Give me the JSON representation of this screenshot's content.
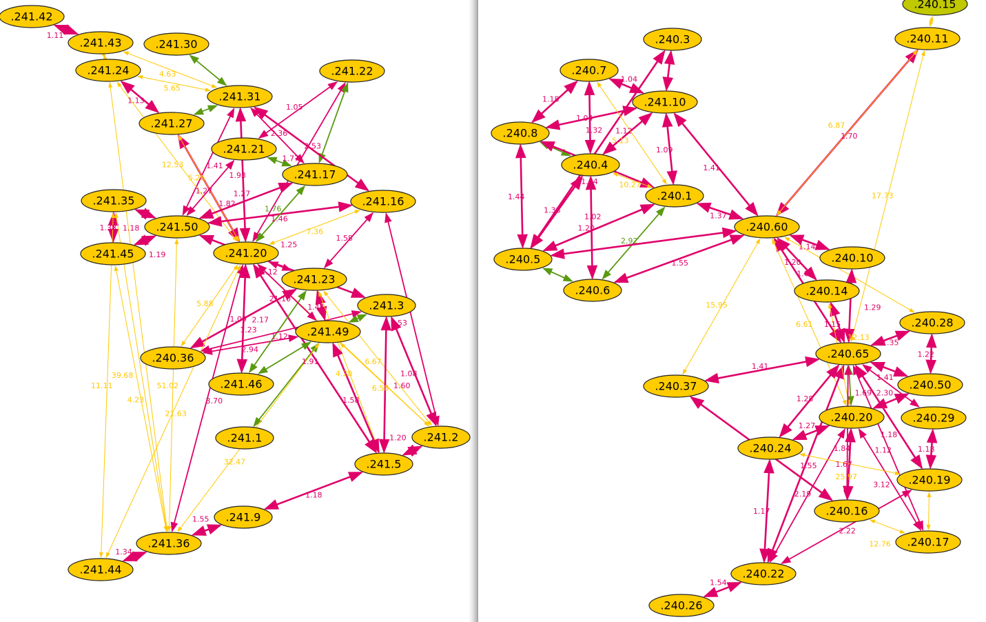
{
  "colors": {
    "pink": "#e0006a",
    "yellow": "#ffc800",
    "green": "#5a9a10",
    "node": "#ffcc00",
    "node_alt": "#c0c800"
  },
  "nodes": [
    ".241.42",
    ".241.43",
    ".241.30",
    ".241.24",
    ".241.22",
    ".241.31",
    ".241.27",
    ".241.21",
    ".241.17",
    ".241.35",
    ".241.16",
    ".241.50",
    ".241.45",
    ".241.20",
    ".241.23",
    ".241.3",
    ".241.49",
    ".240.36",
    ".241.46",
    ".241.1",
    ".241.2",
    ".241.5",
    ".241.9",
    ".241.36",
    ".241.44",
    ".240.15",
    ".240.3",
    ".240.11",
    ".240.7",
    ".241.10",
    ".240.8",
    ".240.4",
    ".240.1",
    ".240.60",
    ".240.5",
    ".240.10",
    ".240.6",
    ".240.14",
    ".240.28",
    ".240.65",
    ".240.37",
    ".240.50",
    ".240.20",
    ".240.29",
    ".240.24",
    ".240.19",
    ".240.16",
    ".240.17",
    ".240.22",
    ".240.26"
  ],
  "edges": [
    {
      "from": ".241.42",
      "to": ".241.43",
      "kind": "pink",
      "w": "1.11",
      "thick": true
    },
    {
      "from": ".241.24",
      "to": ".241.43",
      "kind": "yellow",
      "w": ""
    },
    {
      "from": ".241.43",
      "to": ".241.31",
      "kind": "yellow",
      "w": "4.63"
    },
    {
      "from": ".241.24",
      "to": ".241.31",
      "kind": "yellow",
      "w": "5.65"
    },
    {
      "from": ".241.30",
      "to": ".241.31",
      "kind": "green",
      "w": ""
    },
    {
      "from": ".241.24",
      "to": ".241.27",
      "kind": "pink",
      "w": "1.13",
      "thick": true
    },
    {
      "from": ".241.27",
      "to": ".241.31",
      "kind": "green",
      "w": ""
    },
    {
      "from": ".241.31",
      "to": ".241.50",
      "kind": "pink",
      "w": "1.41"
    },
    {
      "from": ".241.31",
      "to": ".241.20",
      "kind": "pink",
      "w": "1.93",
      "thick": true
    },
    {
      "from": ".241.22",
      "to": ".241.21",
      "kind": "pink",
      "w": "1.05"
    },
    {
      "from": ".241.22",
      "to": ".241.20",
      "kind": "pink",
      "w": "1.77"
    },
    {
      "from": ".241.22",
      "to": ".241.17",
      "kind": "green",
      "w": ""
    },
    {
      "from": ".241.31",
      "to": ".241.17",
      "kind": "pink",
      "w": "2.36"
    },
    {
      "from": ".241.31",
      "to": ".241.16",
      "kind": "pink",
      "w": "2.53",
      "thick": true
    },
    {
      "from": ".241.27",
      "to": ".241.20",
      "kind": "pink",
      "w": "1.27",
      "thick": true
    },
    {
      "from": ".241.24",
      "to": ".241.20",
      "kind": "yellow",
      "w": "12.53"
    },
    {
      "from": ".241.27",
      "to": ".241.20",
      "kind": "yellow",
      "w": "5.26"
    },
    {
      "from": ".241.21",
      "to": ".241.17",
      "kind": "green",
      "w": ""
    },
    {
      "from": ".241.21",
      "to": ".241.50",
      "kind": "pink",
      "w": "1.82"
    },
    {
      "from": ".241.50",
      "to": ".241.17",
      "kind": "pink",
      "w": "1.27",
      "thick": true
    },
    {
      "from": ".241.50",
      "to": ".241.16",
      "kind": "pink",
      "w": "1.46",
      "thick": true
    },
    {
      "from": ".241.20",
      "to": ".241.17",
      "kind": "green",
      "w": "1.76"
    },
    {
      "from": ".241.35",
      "to": ".241.50",
      "kind": "pink",
      "w": "1.18",
      "thick": true
    },
    {
      "from": ".241.35",
      "to": ".241.45",
      "kind": "pink",
      "w": "1.38",
      "thick": true
    },
    {
      "from": ".241.45",
      "to": ".241.50",
      "kind": "pink",
      "w": "1.19",
      "thick": true
    },
    {
      "from": ".241.50",
      "to": ".241.3",
      "kind": "pink",
      "w": "1.25",
      "thick": true
    },
    {
      "from": ".241.20",
      "to": ".241.16",
      "kind": "yellow",
      "w": "7.36"
    },
    {
      "from": ".241.16",
      "to": ".241.23",
      "kind": "pink",
      "w": "1.58"
    },
    {
      "from": ".241.16",
      "to": ".241.2",
      "kind": "pink",
      "w": "2.53"
    },
    {
      "from": ".241.24",
      "to": ".241.36",
      "kind": "yellow",
      "w": ""
    },
    {
      "from": ".241.35",
      "to": ".241.36",
      "kind": "yellow",
      "w": "39.68"
    },
    {
      "from": ".241.35",
      "to": ".241.44",
      "kind": "yellow",
      "w": "11.11"
    },
    {
      "from": ".241.45",
      "to": ".241.36",
      "kind": "yellow",
      "w": "4.23"
    },
    {
      "from": ".241.50",
      "to": ".241.36",
      "kind": "yellow",
      "w": "51.02"
    },
    {
      "from": ".241.20",
      "to": ".240.36",
      "kind": "yellow",
      "w": "5.88"
    },
    {
      "from": ".241.20",
      "to": ".241.46",
      "kind": "pink",
      "w": "1.09"
    },
    {
      "from": ".241.20",
      "to": ".241.23",
      "kind": "pink",
      "w": "1.12"
    },
    {
      "from": ".241.20",
      "to": ".241.5",
      "kind": "pink",
      "w": "1.91",
      "thick": true
    },
    {
      "from": ".241.20",
      "to": ".241.2",
      "kind": "yellow",
      "w": ""
    },
    {
      "from": ".240.36",
      "to": ".241.23",
      "kind": "pink",
      "w": "1.23",
      "thick": true
    },
    {
      "from": ".240.36",
      "to": ".241.49",
      "kind": "pink",
      "w": "2.94"
    },
    {
      "from": ".241.46",
      "to": ".241.23",
      "kind": "green",
      "w": ""
    },
    {
      "from": ".241.46",
      "to": ".241.49",
      "kind": "green",
      "w": ""
    },
    {
      "from": ".241.1",
      "to": ".241.49",
      "kind": "green",
      "w": ""
    },
    {
      "from": ".241.49",
      "to": ".241.3",
      "kind": "green",
      "w": ""
    },
    {
      "from": ".240.36",
      "to": ".241.3",
      "kind": "pink",
      "w": "1.12"
    },
    {
      "from": ".241.23",
      "to": ".241.49",
      "kind": "pink",
      "w": "1.44",
      "thick": true
    },
    {
      "from": ".241.23",
      "to": ".241.5",
      "kind": "yellow",
      "w": "4.28"
    },
    {
      "from": ".241.49",
      "to": ".241.5",
      "kind": "pink",
      "w": "1.58",
      "thick": true
    },
    {
      "from": ".241.49",
      "to": ".241.2",
      "kind": "yellow",
      "w": "6.58"
    },
    {
      "from": ".241.23",
      "to": ".241.2",
      "kind": "yellow",
      "w": "6.67"
    },
    {
      "from": ".241.3",
      "to": ".241.2",
      "kind": "pink",
      "w": "1.08",
      "thick": true
    },
    {
      "from": ".241.3",
      "to": ".241.5",
      "kind": "pink",
      "w": "1.60",
      "thick": true
    },
    {
      "from": ".241.5",
      "to": ".241.2",
      "kind": "pink",
      "w": "1.20",
      "thick": true
    },
    {
      "from": ".241.9",
      "to": ".241.5",
      "kind": "pink",
      "w": "1.18",
      "thick": true
    },
    {
      "from": ".241.36",
      "to": ".241.9",
      "kind": "pink",
      "w": "1.55",
      "thick": true
    },
    {
      "from": ".241.44",
      "to": ".241.36",
      "kind": "pink",
      "w": "1.34",
      "thick": true
    },
    {
      "from": ".241.36",
      "to": ".241.20",
      "kind": "pink",
      "w": "3.70"
    },
    {
      "from": ".241.44",
      "to": ".241.20",
      "kind": "yellow",
      "w": "21.63"
    },
    {
      "from": ".241.36",
      "to": ".241.49",
      "kind": "yellow",
      "w": "32.47"
    },
    {
      "from": ".241.46",
      "to": ".241.20",
      "kind": "pink",
      "w": "2.17",
      "thick": true
    },
    {
      "from": ".241.49",
      "to": ".241.20",
      "kind": "pink",
      "w": "21.10"
    },
    {
      "from": ".240.11",
      "to": ".240.15",
      "kind": "yellow",
      "w": ""
    },
    {
      "from": ".241.10",
      "to": ".240.3",
      "kind": "pink",
      "w": "",
      "thick": true
    },
    {
      "from": ".240.5",
      "to": ".240.3",
      "kind": "pink",
      "w": "",
      "thick": true
    },
    {
      "from": ".240.7",
      "to": ".241.10",
      "kind": "pink",
      "w": "1.04",
      "thick": true
    },
    {
      "from": ".240.7",
      "to": ".240.8",
      "kind": "pink",
      "w": "1.18",
      "thick": true
    },
    {
      "from": ".240.7",
      "to": ".240.4",
      "kind": "pink",
      "w": "1.04",
      "thick": true
    },
    {
      "from": ".240.8",
      "to": ".241.10",
      "kind": "pink",
      "w": "1.32",
      "thick": true
    },
    {
      "from": ".241.10",
      "to": ".240.4",
      "kind": "pink",
      "w": "1.12",
      "thick": true
    },
    {
      "from": ".240.7",
      "to": ".240.1",
      "kind": "yellow",
      "w": "5.13"
    },
    {
      "from": ".241.10",
      "to": ".240.1",
      "kind": "pink",
      "w": "1.09",
      "thick": true
    },
    {
      "from": ".241.10",
      "to": ".240.60",
      "kind": "pink",
      "w": "1.41",
      "thick": true
    },
    {
      "from": ".240.8",
      "to": ".240.4",
      "kind": "green",
      "w": ""
    },
    {
      "from": ".240.8",
      "to": ".240.1",
      "kind": "pink",
      "w": "1.64",
      "thick": true
    },
    {
      "from": ".240.4",
      "to": ".240.1",
      "kind": "yellow",
      "w": "10.27"
    },
    {
      "from": ".240.8",
      "to": ".240.5",
      "kind": "pink",
      "w": "1.44",
      "thick": true
    },
    {
      "from": ".240.4",
      "to": ".240.5",
      "kind": "pink",
      "w": "1.38",
      "thick": true
    },
    {
      "from": ".240.4",
      "to": ".240.6",
      "kind": "pink",
      "w": "1.20",
      "thick": true
    },
    {
      "from": ".240.1",
      "to": ".240.5",
      "kind": "pink",
      "w": "1.02",
      "thick": true
    },
    {
      "from": ".240.1",
      "to": ".240.6",
      "kind": "green",
      "w": "2.92"
    },
    {
      "from": ".240.1",
      "to": ".240.60",
      "kind": "pink",
      "w": "1.37",
      "thick": true
    },
    {
      "from": ".240.5",
      "to": ".240.60",
      "kind": "pink",
      "w": "",
      "thick": true
    },
    {
      "from": ".240.6",
      "to": ".240.60",
      "kind": "pink",
      "w": "1.55",
      "thick": true
    },
    {
      "from": ".240.5",
      "to": ".240.6",
      "kind": "green",
      "w": ""
    },
    {
      "from": ".240.60",
      "to": ".240.11",
      "kind": "pink",
      "w": "1.70",
      "thick": true
    },
    {
      "from": ".240.11",
      "to": ".240.60",
      "kind": "yellow",
      "w": "6.87"
    },
    {
      "from": ".240.60",
      "to": ".240.10",
      "kind": "pink",
      "w": "1.14",
      "thick": true
    },
    {
      "from": ".240.11",
      "to": ".240.65",
      "kind": "yellow",
      "w": "17.73"
    },
    {
      "from": ".240.60",
      "to": ".240.14",
      "kind": "pink",
      "w": "1.20",
      "thick": true
    },
    {
      "from": ".240.60",
      "to": ".240.65",
      "kind": "pink",
      "w": "1.01",
      "thick": true
    },
    {
      "from": ".240.60",
      "to": ".240.37",
      "kind": "yellow",
      "w": "15.95"
    },
    {
      "from": ".240.60",
      "to": ".240.20",
      "kind": "yellow",
      "w": "6.61"
    },
    {
      "from": ".240.60",
      "to": ".240.28",
      "kind": "yellow",
      "w": ""
    },
    {
      "from": ".240.10",
      "to": ".240.65",
      "kind": "pink",
      "w": "1.29",
      "thick": true
    },
    {
      "from": ".240.14",
      "to": ".240.65",
      "kind": "pink",
      "w": "1.15",
      "thick": true
    },
    {
      "from": ".240.65",
      "to": ".240.28",
      "kind": "pink",
      "w": "1.35",
      "thick": true
    },
    {
      "from": ".240.65",
      "to": ".240.50",
      "kind": "pink",
      "w": "1.41",
      "thick": true
    },
    {
      "from": ".240.65",
      "to": ".240.37",
      "kind": "pink",
      "w": "1.41",
      "thick": true
    },
    {
      "from": ".240.65",
      "to": ".240.24",
      "kind": "pink",
      "w": "1.28",
      "thick": true
    },
    {
      "from": ".240.65",
      "to": ".240.20",
      "kind": "green",
      "w": ""
    },
    {
      "from": ".240.65",
      "to": ".240.19",
      "kind": "pink",
      "w": "1.18",
      "thick": true
    },
    {
      "from": ".240.65",
      "to": ".240.29",
      "kind": "pink",
      "w": "2.30"
    },
    {
      "from": ".240.65",
      "to": ".240.22",
      "kind": "pink",
      "w": "1.55",
      "thick": true
    },
    {
      "from": ".240.65",
      "to": ".240.17",
      "kind": "pink",
      "w": "1.12"
    },
    {
      "from": ".240.20",
      "to": ".240.24",
      "kind": "pink",
      "w": "1.27",
      "thick": true
    },
    {
      "from": ".240.20",
      "to": ".240.50",
      "kind": "pink",
      "w": "1.69",
      "thick": true
    },
    {
      "from": ".240.20",
      "to": ".240.22",
      "kind": "pink",
      "w": "2.19"
    },
    {
      "from": ".240.20",
      "to": ".240.16",
      "kind": "pink",
      "w": "1.67",
      "thick": true
    },
    {
      "from": ".240.20",
      "to": ".240.17",
      "kind": "pink",
      "w": "3.12"
    },
    {
      "from": ".240.24",
      "to": ".240.19",
      "kind": "yellow",
      "w": "25.97"
    },
    {
      "from": ".240.24",
      "to": ".240.22",
      "kind": "pink",
      "w": "1.17",
      "thick": true
    },
    {
      "from": ".240.37",
      "to": ".240.16",
      "kind": "pink",
      "w": "",
      "thick": true
    },
    {
      "from": ".240.28",
      "to": ".240.50",
      "kind": "pink",
      "w": "1.22",
      "thick": true
    },
    {
      "from": ".240.29",
      "to": ".240.19",
      "kind": "pink",
      "w": "1.18",
      "thick": true
    },
    {
      "from": ".240.19",
      "to": ".240.17",
      "kind": "yellow",
      "w": ""
    },
    {
      "from": ".240.16",
      "to": ".240.17",
      "kind": "yellow",
      "w": "12.76"
    },
    {
      "from": ".240.19",
      "to": ".240.22",
      "kind": "pink",
      "w": "2.22"
    },
    {
      "from": ".240.22",
      "to": ".240.26",
      "kind": "pink",
      "w": "1.54",
      "thick": true
    },
    {
      "from": ".240.14",
      "to": ".240.20",
      "kind": "yellow",
      "w": "12.13"
    },
    {
      "from": ".240.65",
      "to": ".240.16",
      "kind": "pink",
      "w": "1.84"
    }
  ]
}
